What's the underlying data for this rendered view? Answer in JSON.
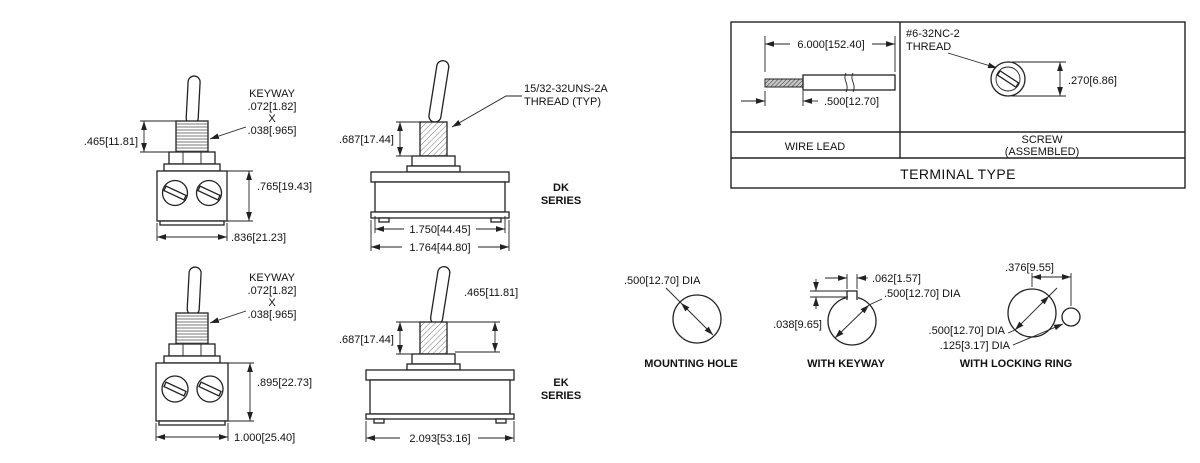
{
  "dk": {
    "side": {
      "keyway_title": "KEYWAY",
      "keyway_w": ".072[1.82]",
      "keyway_x": "X",
      "keyway_h": ".038[.965]",
      "bushing_h": ".465[11.81]",
      "body_h": ".765[19.43]",
      "body_w": ".836[21.23]"
    },
    "front": {
      "thread_line1": "15/32-32UNS-2A",
      "thread_line2": "THREAD (TYP)",
      "bushing_h": ".687[17.44]",
      "inner_w": "1.750[44.45]",
      "outer_w": "1.764[44.80]",
      "series_code": "DK",
      "series_word": "SERIES"
    }
  },
  "ek": {
    "side": {
      "keyway_title": "KEYWAY",
      "keyway_w": ".072[1.82]",
      "keyway_x": "X",
      "keyway_h": ".038[.965]",
      "body_h": ".895[22.73]",
      "body_w": "1.000[25.40]"
    },
    "front": {
      "bushing_h": ".687[17.44]",
      "stem_h": ".465[11.81]",
      "outer_w": "2.093[53.16]",
      "series_code": "EK",
      "series_word": "SERIES"
    }
  },
  "terminal_table": {
    "wire": {
      "length": "6.000[152.40]",
      "strip": ".500[12.70]",
      "label": "WIRE LEAD"
    },
    "screw": {
      "thread_line1": "#6-32NC-2",
      "thread_line2": "THREAD",
      "head_dia": ".270[6.86]",
      "label_line1": "SCREW",
      "label_line2": "(ASSEMBLED)"
    },
    "title": "TERMINAL TYPE"
  },
  "holes": {
    "mounting": {
      "dia": ".500[12.70] DIA",
      "caption": "MOUNTING HOLE"
    },
    "keyway": {
      "key_w": ".062[1.57]",
      "dia": ".500[12.70] DIA",
      "key_d": ".038[9.65]",
      "caption": "WITH KEYWAY"
    },
    "locking": {
      "offset": ".376[9.55]",
      "dia": ".500[12.70] DIA",
      "ring_dia": ".125[3.17] DIA",
      "caption": "WITH LOCKING RING"
    }
  }
}
